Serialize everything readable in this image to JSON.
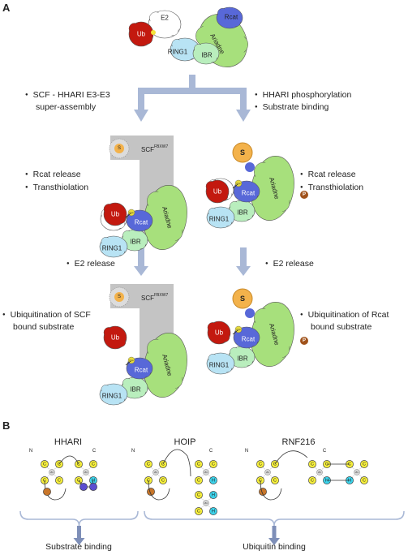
{
  "panels": {
    "a": "A",
    "b": "B"
  },
  "domains": {
    "ub": "Ub",
    "e2": "E2",
    "ring1": "RING1",
    "ibr": "IBR",
    "rcat": "Rcat",
    "ariadne": "Ariadne",
    "s": "S",
    "p": "P",
    "cys": "Cys"
  },
  "scf": {
    "base": "SCF",
    "sup": "FBXW7"
  },
  "steps": {
    "assembly_l1": "SCF - HHARI E3-E3",
    "assembly_l2": "super-assembly",
    "phospho": "HHARI phosphorylation",
    "substrate": "Substrate binding",
    "rcat_release": "Rcat release",
    "transthiolation": "Transthiolation",
    "e2_release": "E2 release",
    "ubiq_scf_l1": "Ubiquitination of SCF",
    "ubiq_scf_l2": "bound substrate",
    "ubiq_rcat_l1": "Ubiquitination of Rcat",
    "ubiq_rcat_l2": "bound substrate"
  },
  "panel_b": {
    "proteins": [
      "HHARI",
      "HOIP",
      "RNF216"
    ],
    "groups": [
      "Substrate binding",
      "Ubiquitin binding"
    ],
    "residues": {
      "cys": "C",
      "his": "H",
      "asn": "N",
      "tyr": "Y",
      "zn": "Zn",
      "n_term": "N",
      "c_term": "C"
    }
  },
  "colors": {
    "ub": "#c3190f",
    "e2": "#ffffff",
    "ring1": "#b8e3f4",
    "ibr": "#b9eebd",
    "rcat": "#5868d8",
    "ariadne": "#a7e07c",
    "substrate": "#f3b24b",
    "phospho": "#a0521b",
    "scf_box": "#c4c4c4",
    "arrow": "#a9b8d6",
    "cys": "#f5ee3c",
    "his": "#3cd2ea",
    "orange_res": "#c8762a",
    "purple_res": "#5c4ed0",
    "zn": "#d4d4d4"
  }
}
